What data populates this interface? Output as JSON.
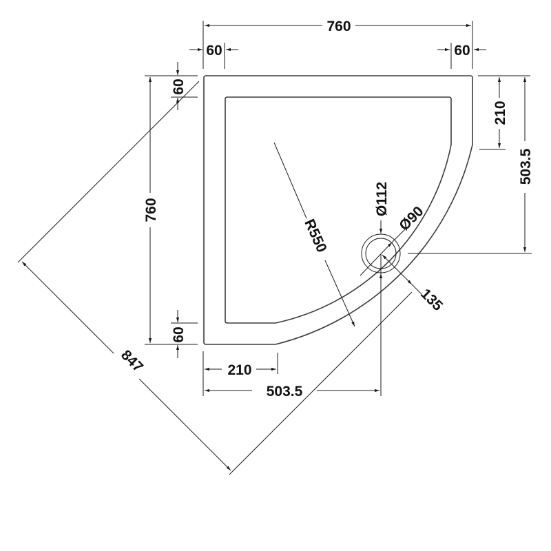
{
  "drawing": {
    "title": "Quadrant shower tray technical drawing",
    "colors": {
      "line": "#1a1a1a",
      "text": "#111111",
      "background": "#ffffff"
    }
  },
  "dimensions": {
    "overall_width": "760",
    "left_rim_width": "60",
    "right_rim_width": "60",
    "overall_depth": "760",
    "top_rim_depth": "60",
    "bottom_rim_depth": "60",
    "right_straight_length": "210",
    "waste_offset_vertical": "503.5",
    "bottom_straight_length": "210",
    "waste_offset_horizontal": "503.5",
    "diagonal": "847",
    "radius": "R550",
    "waste_outer_diameter": "Ø112",
    "waste_inner_diameter": "Ø90",
    "waste_to_edge": "135"
  }
}
